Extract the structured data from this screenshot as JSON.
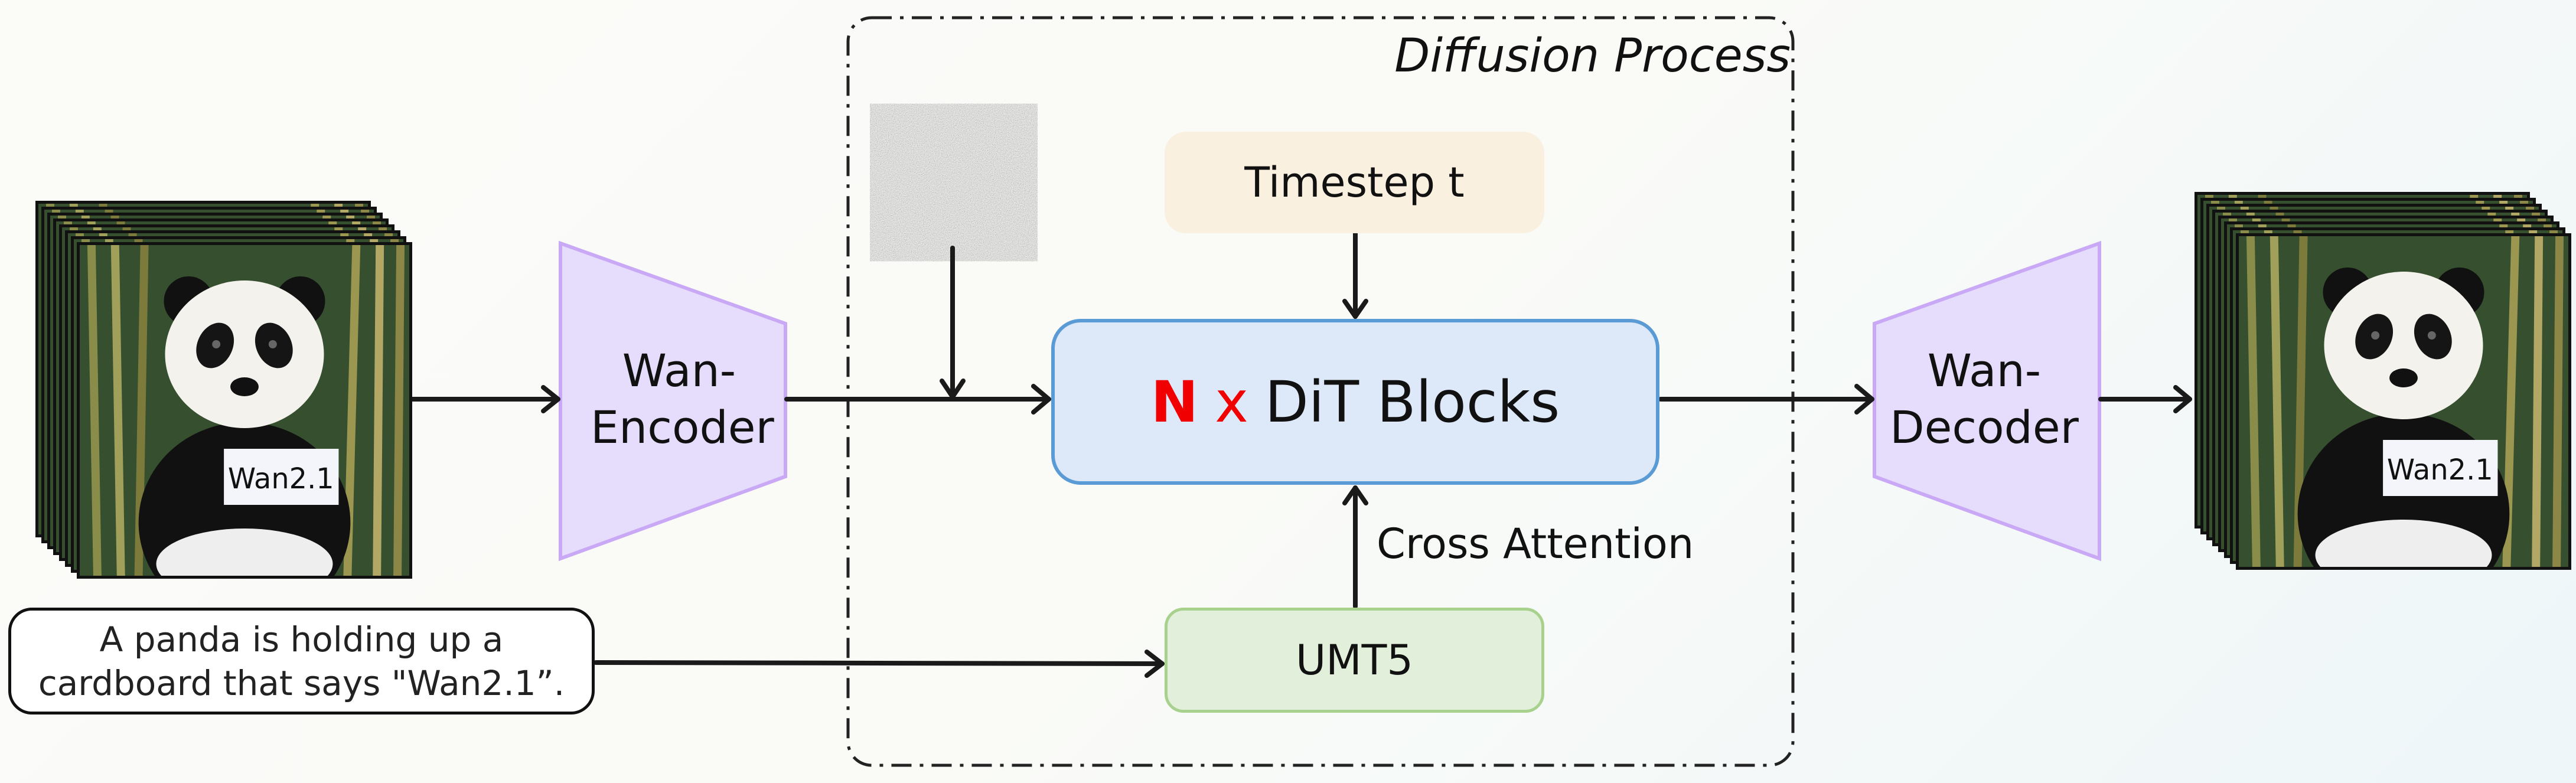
{
  "diffusion_process": {
    "label": "Diffusion Process"
  },
  "timestep": {
    "label": "Timestep t"
  },
  "dit_blocks": {
    "multiplier": "N",
    "times": "x",
    "label": "DiT Blocks"
  },
  "umt5": {
    "label": "UMT5"
  },
  "cross_attention": {
    "label": "Cross Attention"
  },
  "encoder": {
    "line1": "Wan-",
    "line2": "Encoder"
  },
  "decoder": {
    "line1": "Wan-",
    "line2": "Decoder"
  },
  "prompt": {
    "line1": "A panda is holding up a",
    "line2": "cardboard that says \"Wan2.1”."
  },
  "input_video": {
    "sign_text": "Wan2.1"
  },
  "output_video": {
    "sign_text": "Wan2.1"
  },
  "colors": {
    "timestep_fill": "#faf0e0",
    "dit_fill": "#dde9f8",
    "dit_border": "#5b9bd5",
    "umt5_fill": "#e2efda",
    "umt5_border": "#a9d18e",
    "coder_fill": "#e6dcfc",
    "coder_border": "#c9a8f5",
    "highlight": "#f00000"
  }
}
